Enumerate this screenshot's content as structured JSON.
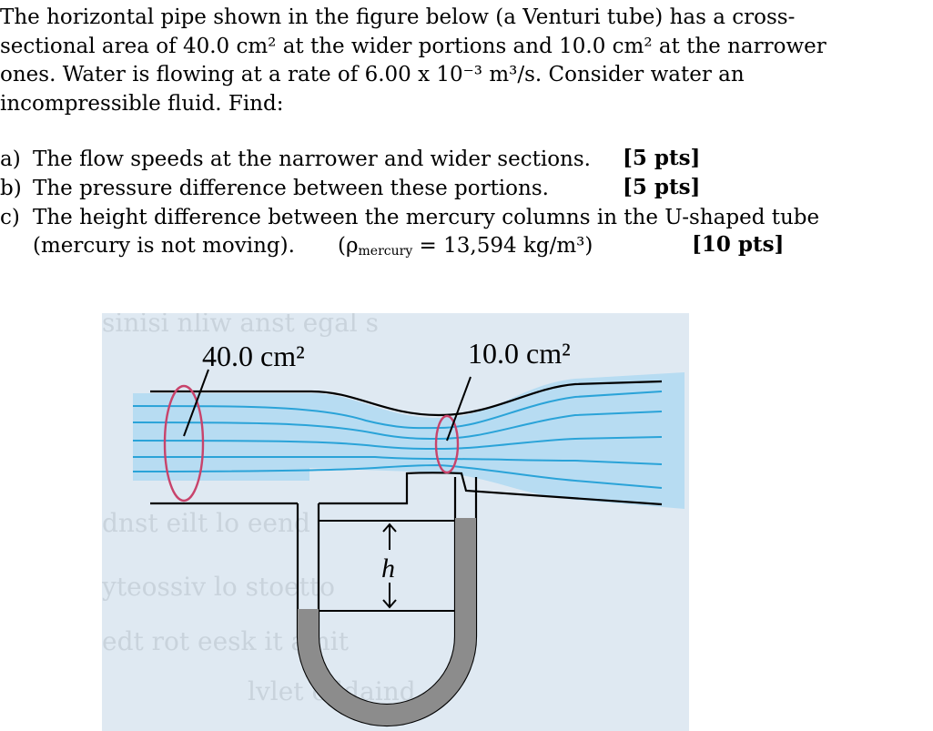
{
  "problem": {
    "intro_lines": [
      "The horizontal pipe shown in the figure below (a Venturi tube) has a cross-",
      "sectional area of 40.0 cm² at the wider portions and 10.0 cm² at the narrower",
      "ones. Water is flowing at a rate of 6.00 x 10⁻³ m³/s. Consider water an",
      "incompressible fluid. Find:"
    ],
    "parts": [
      {
        "mark": "a)",
        "text": "The flow speeds at the narrower and wider sections.",
        "points": "[5 pts]"
      },
      {
        "mark": "b)",
        "text": "The pressure difference between these portions.",
        "points": "[5 pts]"
      },
      {
        "mark": "c)",
        "text": "The height difference between the mercury columns in the U-shaped tube",
        "points": ""
      }
    ],
    "part_c_line2": {
      "text": "(mercury is not moving).",
      "rho_symbol": "ρ",
      "rho_subscript": "mercury",
      "rho_value": "= 13,594 kg/m³)",
      "rho_open": "(",
      "points": "[10 pts]"
    }
  },
  "figure": {
    "label_wide_area": "40.0 cm²",
    "label_narrow_area": "10.0 cm²",
    "label_height": "h",
    "colors": {
      "background": "#dfe9f2",
      "water": "#b7dcf2",
      "streamline": "#2aa3d8",
      "pipe_outline": "#000000",
      "ellipse": "#c8436b",
      "mercury": "#8c8c8c"
    }
  }
}
